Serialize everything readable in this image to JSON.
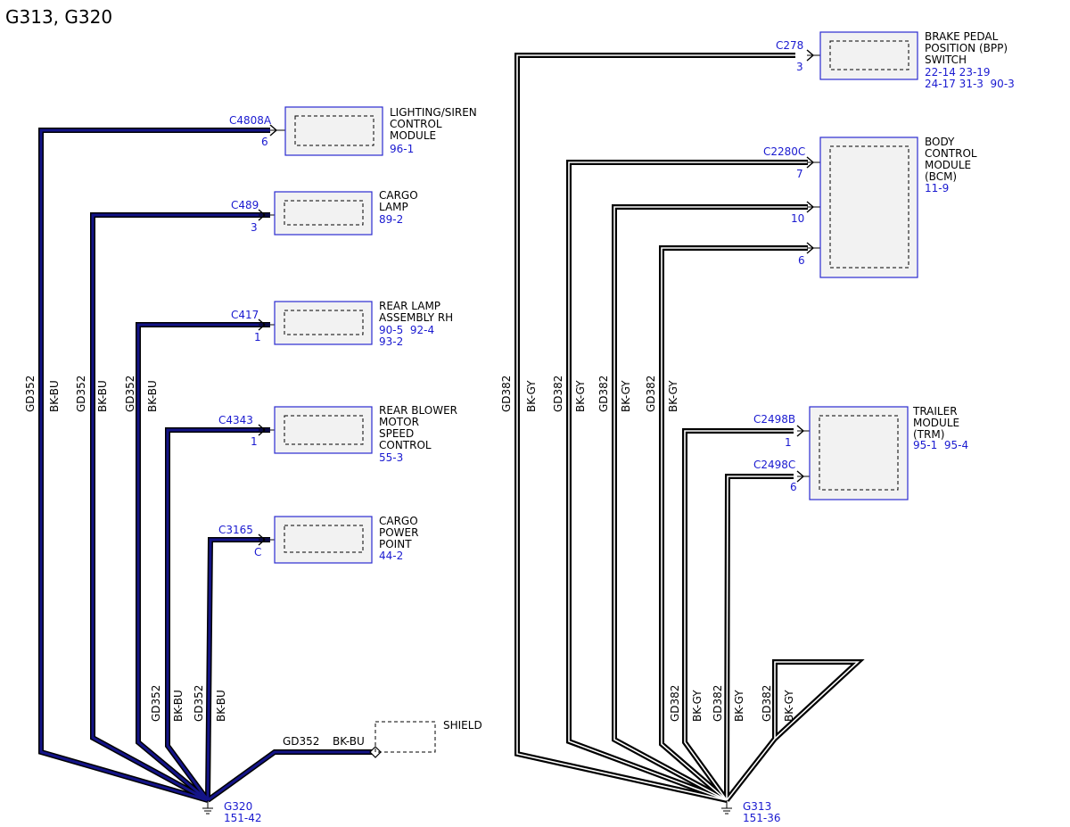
{
  "title": "G313, G320",
  "colors": {
    "bk_bu": "#141487",
    "label_blue": "#1a1ad0",
    "box_border": "#2b2bd0",
    "box_fill": "#f2f2f2"
  },
  "icons": [
    "ground-symbol-icon",
    "connector-arrow-icon",
    "shield-diamond-icon"
  ],
  "left": {
    "components": [
      {
        "connector": "C4808A",
        "pin": "6",
        "name_lines": [
          "LIGHTING/SIREN",
          "CONTROL",
          "MODULE"
        ],
        "refs": [
          "96-1"
        ]
      },
      {
        "connector": "C489",
        "pin": "3",
        "name_lines": [
          "CARGO",
          "LAMP"
        ],
        "refs": [
          "89-2"
        ]
      },
      {
        "connector": "C417",
        "pin": "1",
        "name_lines": [
          "REAR LAMP",
          "ASSEMBLY RH"
        ],
        "refs": [
          "90-5  92-4",
          "93-2"
        ]
      },
      {
        "connector": "C4343",
        "pin": "1",
        "name_lines": [
          "REAR BLOWER",
          "MOTOR",
          "SPEED",
          "CONTROL"
        ],
        "refs": [
          "55-3"
        ]
      },
      {
        "connector": "C3165",
        "pin": "C",
        "name_lines": [
          "CARGO",
          "POWER",
          "POINT"
        ],
        "refs": [
          "44-2"
        ]
      }
    ],
    "circuit": "GD352",
    "wire_color": "BK-BU",
    "shield": {
      "label": "SHIELD",
      "circuit": "GD352",
      "wire_color": "BK-BU"
    },
    "ground": {
      "name": "G320",
      "ref": "151-42"
    }
  },
  "right": {
    "components": [
      {
        "connector": "C278",
        "pins": [
          "3"
        ],
        "name_lines": [
          "BRAKE PEDAL",
          "POSITION (BPP)",
          "SWITCH"
        ],
        "refs": [
          "22-14 23-19",
          "24-17 31-3  90-3"
        ]
      },
      {
        "connector": "C2280C",
        "pins": [
          "7",
          "10",
          "6"
        ],
        "name_lines": [
          "BODY",
          "CONTROL",
          "MODULE",
          "(BCM)"
        ],
        "refs": [
          "11-9"
        ]
      },
      {
        "connectors": [
          "C2498B",
          "C2498C"
        ],
        "pins": [
          "1",
          "6"
        ],
        "name_lines": [
          "TRAILER",
          "MODULE",
          "(TRM)"
        ],
        "refs": [
          "95-1  95-4"
        ]
      }
    ],
    "circuit": "GD382",
    "wire_color": "BK-GY",
    "ground": {
      "name": "G313",
      "ref": "151-36"
    }
  }
}
